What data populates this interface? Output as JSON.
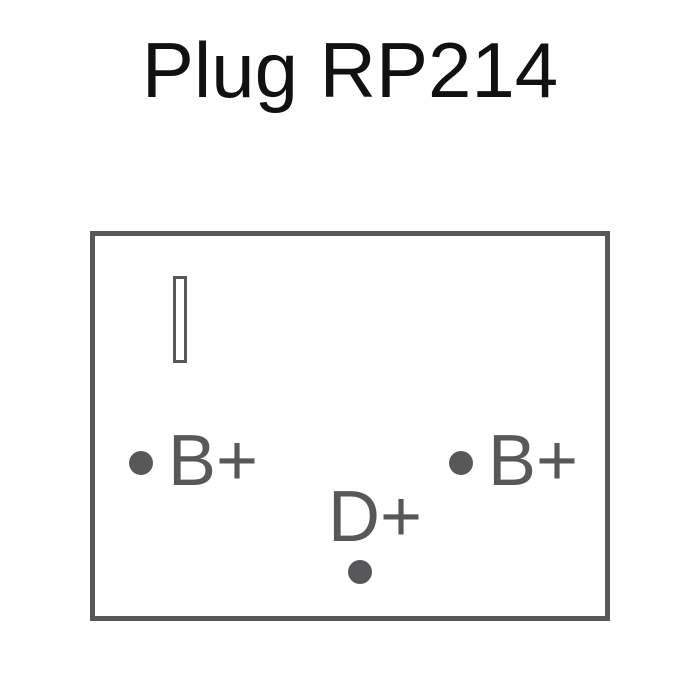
{
  "title": "Plug RP214",
  "colors": {
    "outline": "#58585a",
    "title": "#111111",
    "background": "#ffffff"
  },
  "terminals": [
    {
      "label": "B+"
    },
    {
      "label": "B+"
    },
    {
      "label": "D+"
    }
  ]
}
